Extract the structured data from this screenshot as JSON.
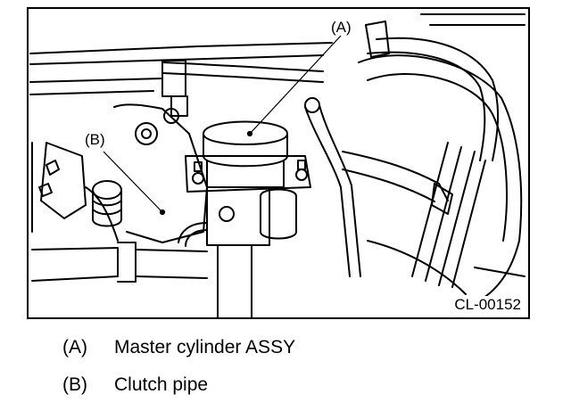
{
  "figure": {
    "code": "CL-00152",
    "callouts": [
      {
        "id": "A",
        "text": "(A)"
      },
      {
        "id": "B",
        "text": "(B)"
      }
    ]
  },
  "legend": [
    {
      "key": "(A)",
      "label": "Master cylinder ASSY"
    },
    {
      "key": "(B)",
      "label": "Clutch pipe"
    }
  ]
}
